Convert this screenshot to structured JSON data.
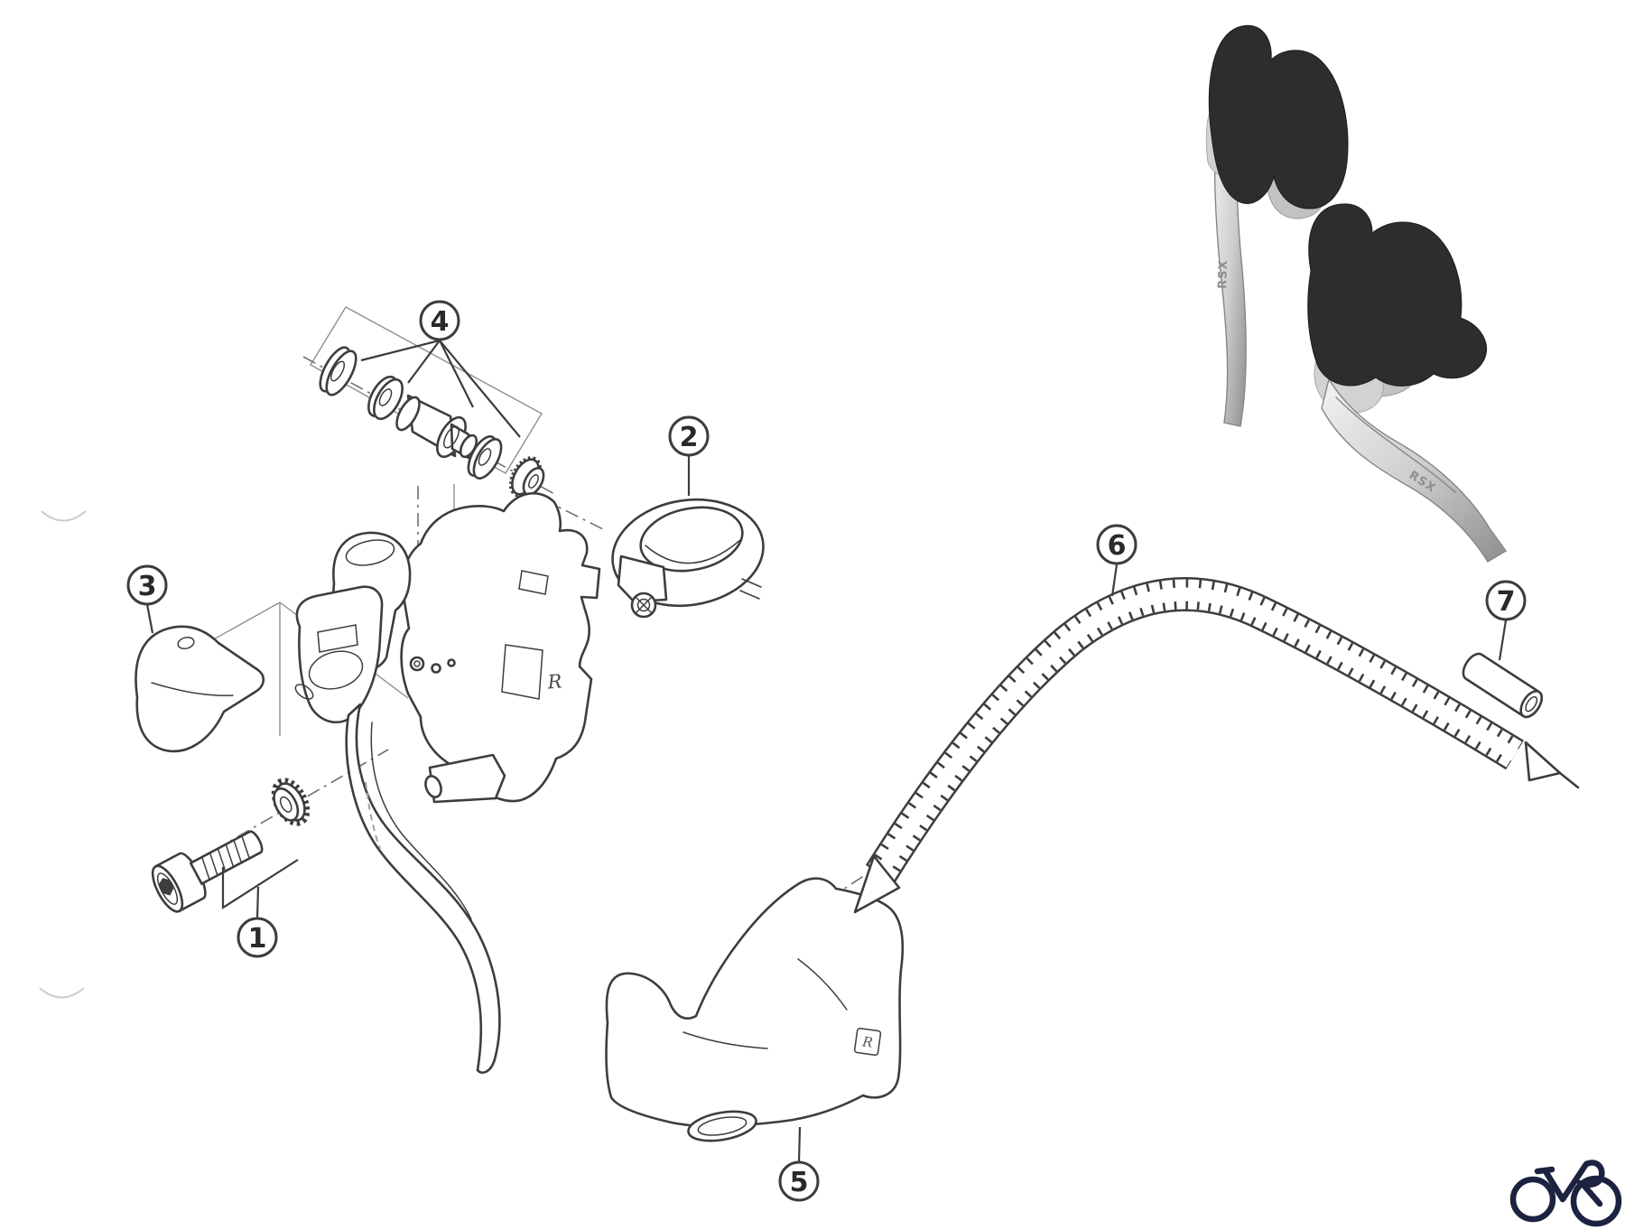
{
  "diagram": {
    "type": "exploded-parts-diagram",
    "subject": "road brake lever assembly",
    "callouts": [
      {
        "label": "1"
      },
      {
        "label": "2"
      },
      {
        "label": "3"
      },
      {
        "label": "4"
      },
      {
        "label": "5"
      },
      {
        "label": "6"
      },
      {
        "label": "7"
      }
    ],
    "markings": {
      "lever_body": "R",
      "hood_badge": "R"
    }
  },
  "photo": {
    "lever_marking_rear": "RSX",
    "lever_marking_front": "RSX"
  },
  "logo": {
    "icon": "bicycle-icon",
    "color": "#1c2340"
  },
  "colors": {
    "background": "#ffffff",
    "line": "#3d3d3d",
    "construction": "#8f8f8f",
    "hood_black": "#2d2d2d",
    "base_gray": "#c2c2c2",
    "metal_light": "#efefef",
    "metal_dark": "#8e8e8e",
    "logo_navy": "#1c2340"
  }
}
